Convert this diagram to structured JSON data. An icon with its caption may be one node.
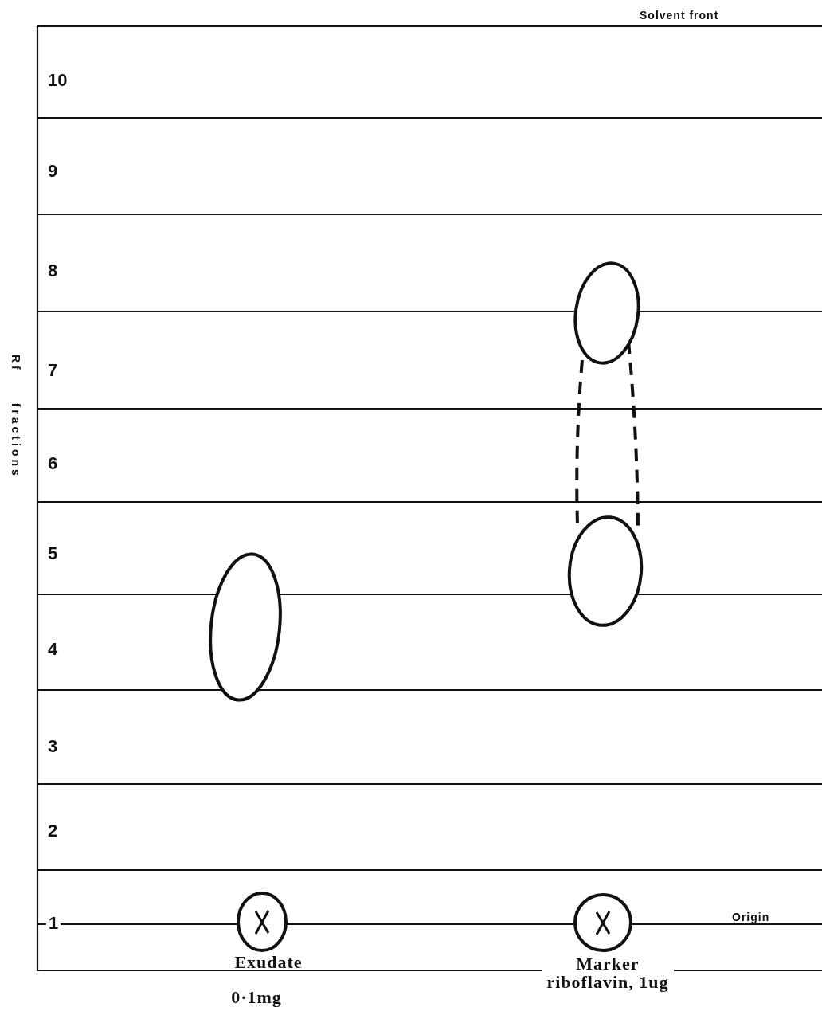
{
  "diagram": {
    "labels": [
      "Solvent front",
      "10",
      "9",
      "8",
      "7",
      "Rf fractions",
      "6",
      "5",
      "4",
      "3",
      "2",
      "1",
      "Origin",
      "Exudate",
      "0·1mg",
      "Marker riboflavin, 1ug"
    ]
  }
}
